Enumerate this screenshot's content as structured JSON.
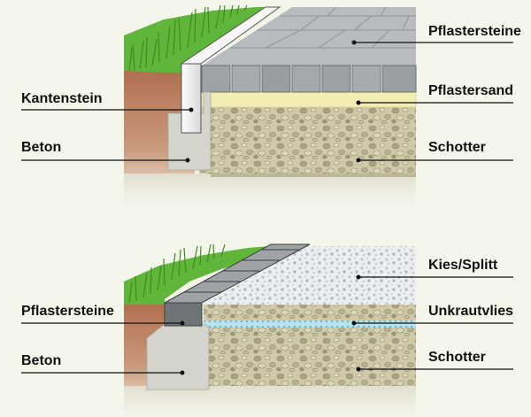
{
  "top_section": {
    "labels": {
      "pflastersteine": "Pflastersteine",
      "pflastersand": "Pflastersand",
      "kantenstein": "Kantenstein",
      "beton": "Beton",
      "schotter": "Schotter"
    }
  },
  "bottom_section": {
    "labels": {
      "kies_splitt": "Kies/Splitt",
      "unkrautvlies": "Unkrautvlies",
      "pflastersteine": "Pflastersteine",
      "beton": "Beton",
      "schotter": "Schotter"
    }
  },
  "colors": {
    "background": "#f4f6ec",
    "grass": "#5fb63a",
    "soil": "#b97f5e",
    "concrete": "#d4d4cc",
    "gravel": "#cfc9a8",
    "sand": "#f3ecb5",
    "paver": "#9ea3a6",
    "kerb": "#f2f2f2",
    "fleece": "#bfe3ee",
    "label_line": "#111111"
  }
}
